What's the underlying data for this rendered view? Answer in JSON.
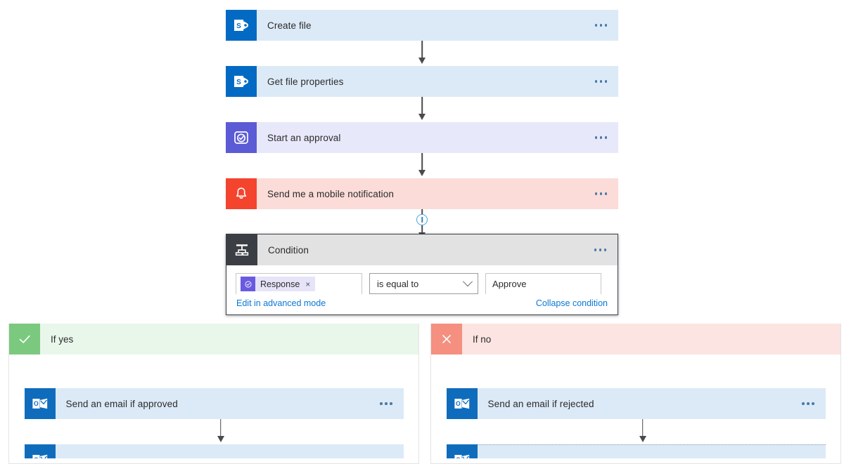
{
  "flow": {
    "steps": [
      {
        "id": "create-file",
        "title": "Create file",
        "icon": "sharepoint-icon",
        "variant": "v-sharepoint",
        "menu": "more-commands"
      },
      {
        "id": "get-file-properties",
        "title": "Get file properties",
        "icon": "sharepoint-icon",
        "variant": "v-sharepoint",
        "menu": "more-commands"
      },
      {
        "id": "start-an-approval",
        "title": "Start an approval",
        "icon": "approval-icon",
        "variant": "v-approval",
        "menu": "more-commands"
      },
      {
        "id": "send-notification",
        "title": "Send me a mobile notification",
        "icon": "bell-icon",
        "variant": "v-notify",
        "menu": "more-commands"
      }
    ]
  },
  "condition": {
    "title": "Condition",
    "icon": "condition-branch-icon",
    "left_token": {
      "label": "Response",
      "remove_label": "×",
      "icon": "approval-response-token-icon"
    },
    "operator": {
      "value": "is equal to",
      "chevron": "chevron-down-icon"
    },
    "value": "Approve",
    "advanced_link": "Edit in advanced mode",
    "collapse_link": "Collapse condition"
  },
  "branches": {
    "yes": {
      "label": "If yes",
      "icon": "checkmark-icon",
      "actions": [
        {
          "id": "send-email-approved",
          "title": "Send an email if approved",
          "icon": "outlook-icon",
          "variant": "v-outlook"
        }
      ],
      "clipped_action": {
        "id": "next-action-yes",
        "title": "",
        "icon": "outlook-icon",
        "variant": "v-outlook"
      }
    },
    "no": {
      "label": "If no",
      "icon": "close-x-icon",
      "actions": [
        {
          "id": "send-email-rejected",
          "title": "Send an email if rejected",
          "icon": "outlook-icon",
          "variant": "v-outlook"
        }
      ],
      "clipped_action": {
        "id": "next-action-no",
        "title": "",
        "icon": "outlook-icon",
        "variant": "v-outlook"
      }
    }
  },
  "colors": {
    "sharepoint": "#036ac4",
    "approval": "#5b5bd6",
    "notification": "#f4442e",
    "outlook": "#0f6cbd",
    "condition": "#3b3f45",
    "yes_green": "#7bc97f",
    "no_red": "#f58f80",
    "link_blue": "#0a77d5",
    "ellipsis_blue": "#4a79a8",
    "insert_blue": "#4aa3df"
  },
  "insert_button": {
    "label": "insert-new-step",
    "icon": "insert-step-icon"
  }
}
